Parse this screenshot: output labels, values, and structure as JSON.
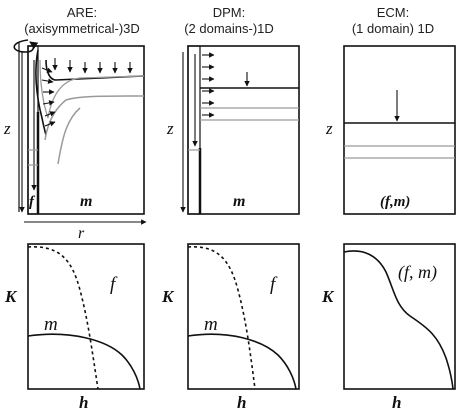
{
  "colors": {
    "ink": "#111111",
    "grey": "#9a9a9a"
  },
  "panels": [
    {
      "title_line1": "ARE:",
      "title_line2": "(axisymmetrical-)3D",
      "z_label": "z",
      "r_label": "r",
      "f_label": "f",
      "m_label": "m",
      "k_label": "K",
      "h_label": "h",
      "curve_f_label": "f",
      "curve_m_label": "m"
    },
    {
      "title_line1": "DPM:",
      "title_line2": "(2 domains-)1D",
      "z_label": "z",
      "m_label": "m",
      "k_label": "K",
      "h_label": "h",
      "curve_f_label": "f",
      "curve_m_label": "m"
    },
    {
      "title_line1": "ECM:",
      "title_line2": "(1 domain) 1D",
      "z_label": "z",
      "fm_label": "(f,m)",
      "k_label": "K",
      "h_label": "h",
      "curve_fm_label": "(f, m)"
    }
  ],
  "icons": [
    "rotation-arrow-icon",
    "flow-arrow-icon"
  ]
}
